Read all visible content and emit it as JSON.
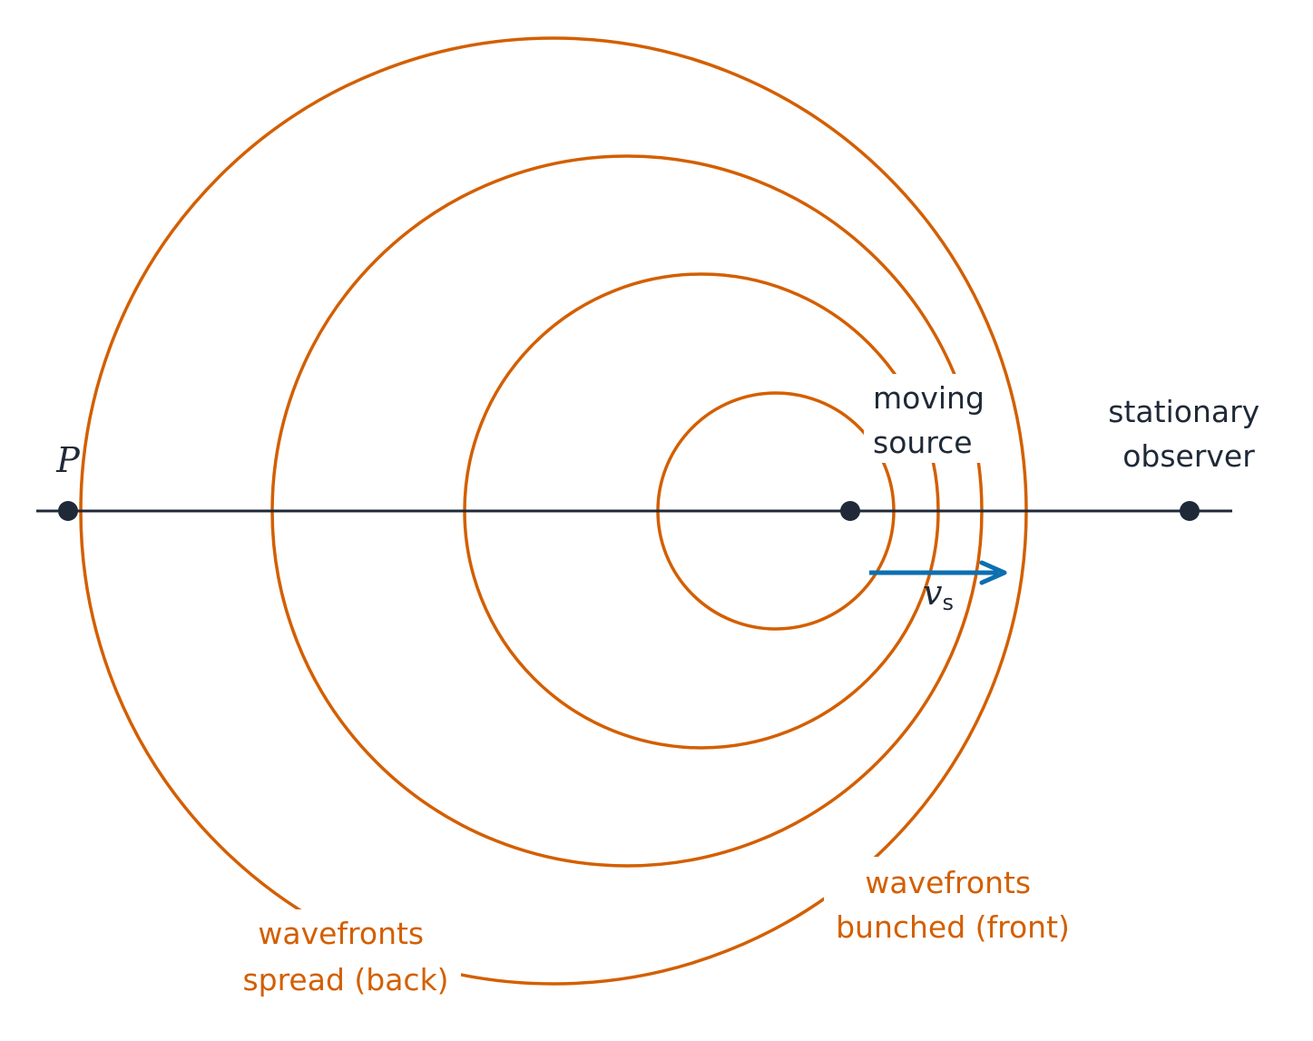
{
  "colors": {
    "wavefront": "#d35f00",
    "axis": "#1f2937",
    "velocity": "#0b6fb0",
    "text_dark": "#1f2937"
  },
  "labels": {
    "point_p": "P",
    "moving_source_line1": "moving",
    "moving_source_line2": "source",
    "observer_line1": "stationary",
    "observer_line2": "observer",
    "velocity_symbol": "v",
    "velocity_subscript": "s",
    "spread_line1": "wavefronts",
    "spread_line2": "spread (back)",
    "bunched_line1": "wavefronts",
    "bunched_line2": "bunched (front)"
  }
}
